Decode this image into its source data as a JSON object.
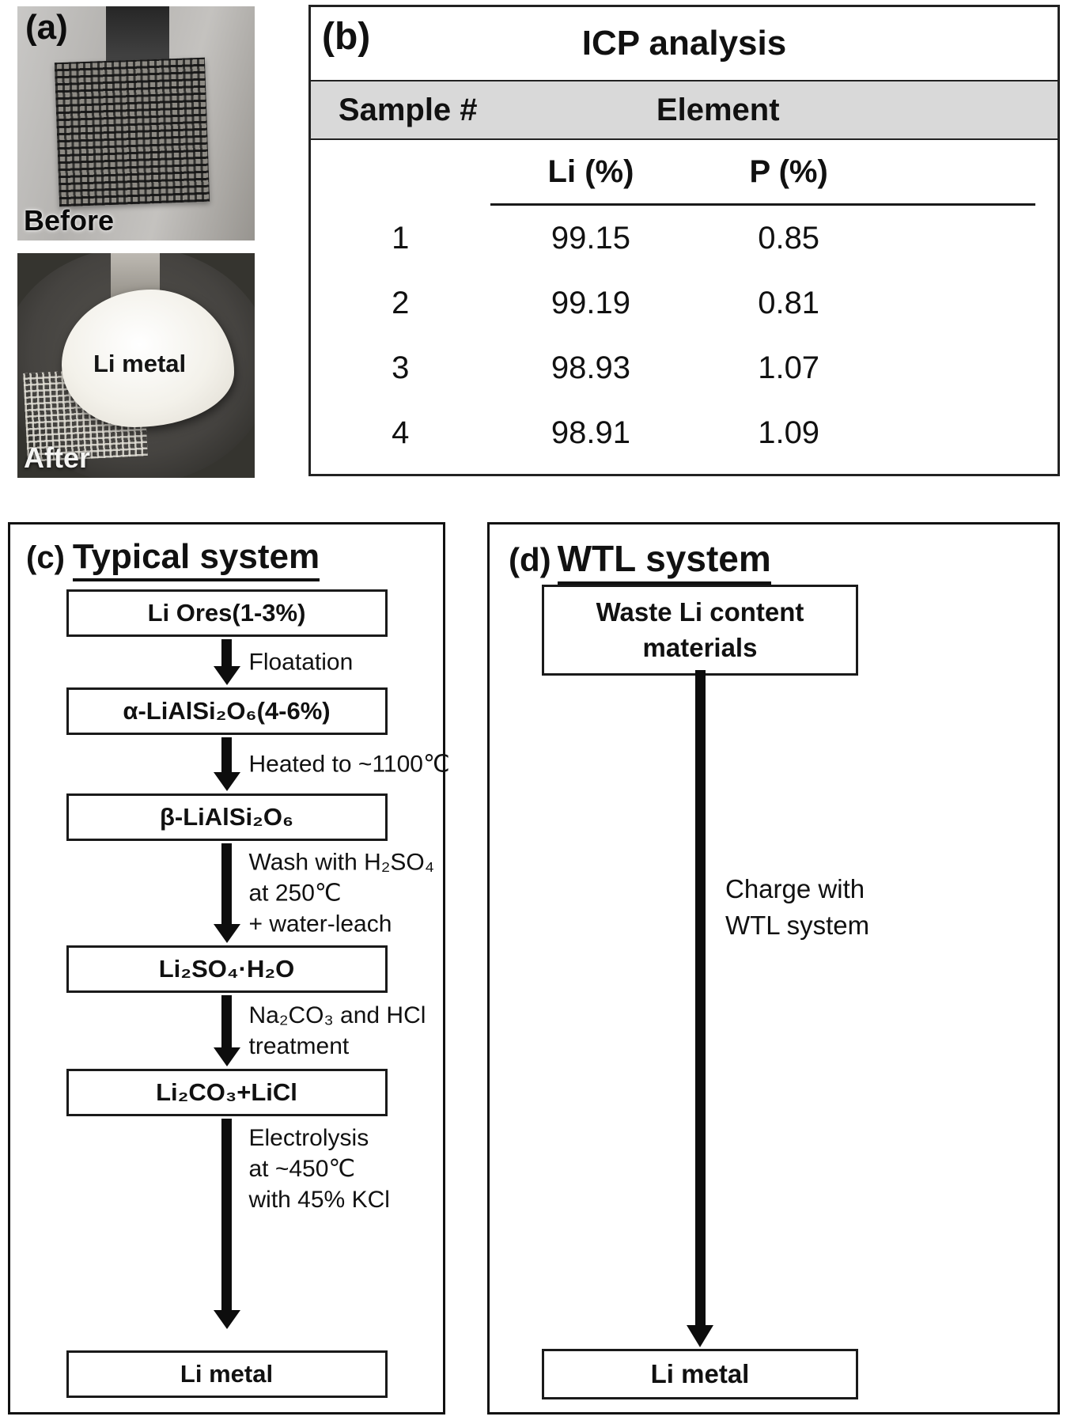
{
  "panel_a": {
    "label": "(a)",
    "before_caption": "Before",
    "after_caption": "After",
    "li_metal_label": "Li metal"
  },
  "panel_b": {
    "label": "(b)",
    "title": "ICP analysis",
    "header_sample": "Sample #",
    "header_element": "Element",
    "subheader_li": "Li (%)",
    "subheader_p": "P (%)",
    "rows": [
      {
        "sample": "1",
        "li": "99.15",
        "p": "0.85"
      },
      {
        "sample": "2",
        "li": "99.19",
        "p": "0.81"
      },
      {
        "sample": "3",
        "li": "98.93",
        "p": "1.07"
      },
      {
        "sample": "4",
        "li": "98.91",
        "p": "1.09"
      }
    ]
  },
  "panel_c": {
    "label": "(c)",
    "title": "Typical system",
    "box1": "Li Ores(1-3%)",
    "arrow1": "Floatation",
    "box2": "α-LiAlSi₂O₆(4-6%)",
    "arrow2": "Heated to ~1100℃",
    "box3": "β-LiAlSi₂O₆",
    "arrow3": "Wash with H₂SO₄\nat 250℃\n+ water-leach",
    "box4": "Li₂SO₄·H₂O",
    "arrow4": "Na₂CO₃ and HCl\ntreatment",
    "box5": "Li₂CO₃+LiCl",
    "arrow5": "Electrolysis\nat ~450℃\nwith 45% KCl",
    "box6": "Li metal"
  },
  "panel_d": {
    "label": "(d)",
    "title": "WTL system",
    "top_box": "Waste Li content\nmaterials",
    "arrow_label": "Charge with\nWTL system",
    "bottom_box": "Li metal"
  }
}
